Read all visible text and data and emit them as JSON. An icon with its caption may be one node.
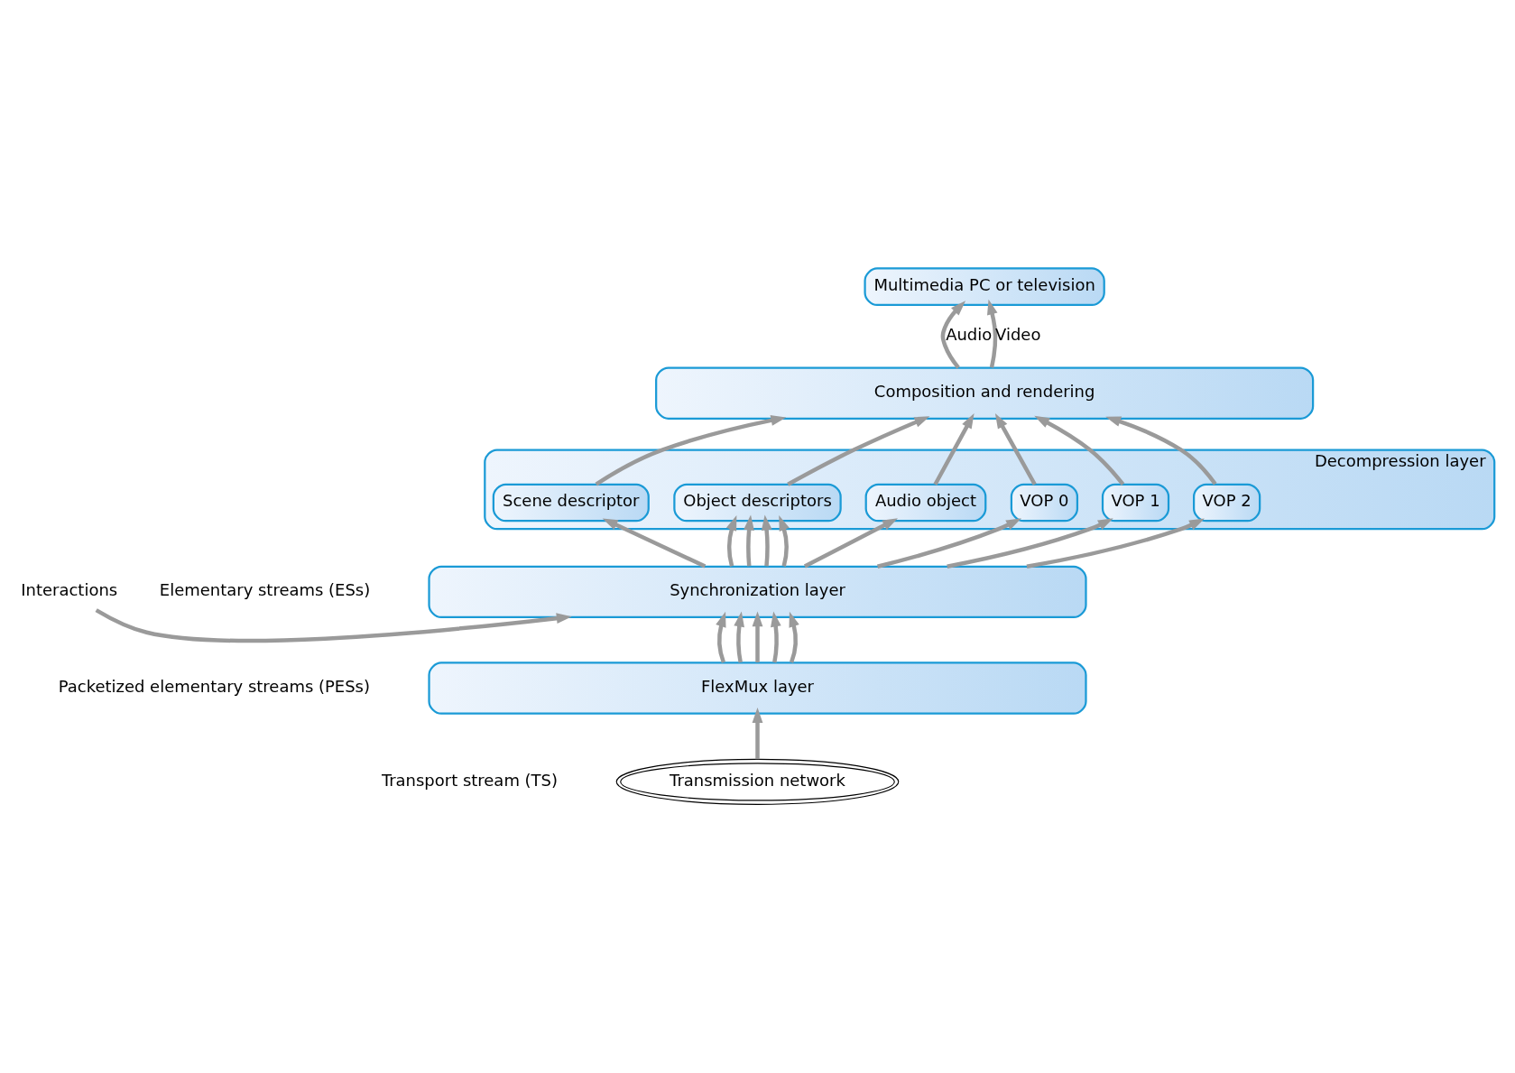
{
  "diagram": {
    "nodes": [
      {
        "text": [
          "Multimedia PC or television"
        ]
      },
      {
        "text": [
          "Composition and rendering"
        ]
      },
      {
        "text": [
          "Decompression layer"
        ]
      },
      {
        "text": [
          "Scene descriptor"
        ],
        "in": 2
      },
      {
        "text": [
          "Object descriptors"
        ],
        "in": 2
      },
      {
        "text": [
          "Audio object"
        ],
        "in": 2
      },
      {
        "text": [
          "VOP 0"
        ],
        "in": 2
      },
      {
        "text": [
          "VOP 1"
        ],
        "in": 2
      },
      {
        "text": [
          "VOP 2"
        ],
        "in": 2
      },
      {
        "text": [
          "Synchronization layer"
        ]
      },
      {
        "text": [
          "FlexMux layer"
        ]
      },
      {
        "text": [
          "Transmission network"
        ]
      },
      {
        "text": [
          "Interactions"
        ]
      }
    ],
    "edges": [
      {
        "from": 1,
        "to": 0,
        "arrow": "to",
        "label": "Audio"
      },
      {
        "from": 1,
        "to": 0,
        "arrow": "to",
        "label": "Video"
      },
      {
        "from": 3,
        "to": 1,
        "arrow": "to"
      },
      {
        "from": 4,
        "to": 1,
        "arrow": "to"
      },
      {
        "from": 5,
        "to": 1,
        "arrow": "to"
      },
      {
        "from": 6,
        "to": 1,
        "arrow": "to"
      },
      {
        "from": 7,
        "to": 1,
        "arrow": "to"
      },
      {
        "from": 8,
        "to": 1,
        "arrow": "to"
      },
      {
        "from": 9,
        "to": 3,
        "arrow": "to"
      },
      {
        "from": 9,
        "to": 4,
        "arrow": "to"
      },
      {
        "from": 9,
        "to": 4,
        "arrow": "to"
      },
      {
        "from": 9,
        "to": 4,
        "arrow": "to"
      },
      {
        "from": 9,
        "to": 4,
        "arrow": "to"
      },
      {
        "from": 9,
        "to": 5,
        "arrow": "to"
      },
      {
        "from": 9,
        "to": 6,
        "arrow": "to"
      },
      {
        "from": 9,
        "to": 7,
        "arrow": "to"
      },
      {
        "from": 9,
        "to": 8,
        "arrow": "to"
      },
      {
        "from": 10,
        "to": 9,
        "arrow": "to"
      },
      {
        "from": 10,
        "to": 9,
        "arrow": "to"
      },
      {
        "from": 10,
        "to": 9,
        "arrow": "to"
      },
      {
        "from": 10,
        "to": 9,
        "arrow": "to"
      },
      {
        "from": 10,
        "to": 9,
        "arrow": "to"
      },
      {
        "from": 11,
        "to": 10,
        "arrow": "to"
      },
      {
        "from": 12,
        "to": 9,
        "arrow": "to"
      }
    ],
    "labels": [
      "Elementary streams (ESs)",
      "Packetized elementary streams (PESs)",
      "Transport stream (TS)"
    ]
  }
}
